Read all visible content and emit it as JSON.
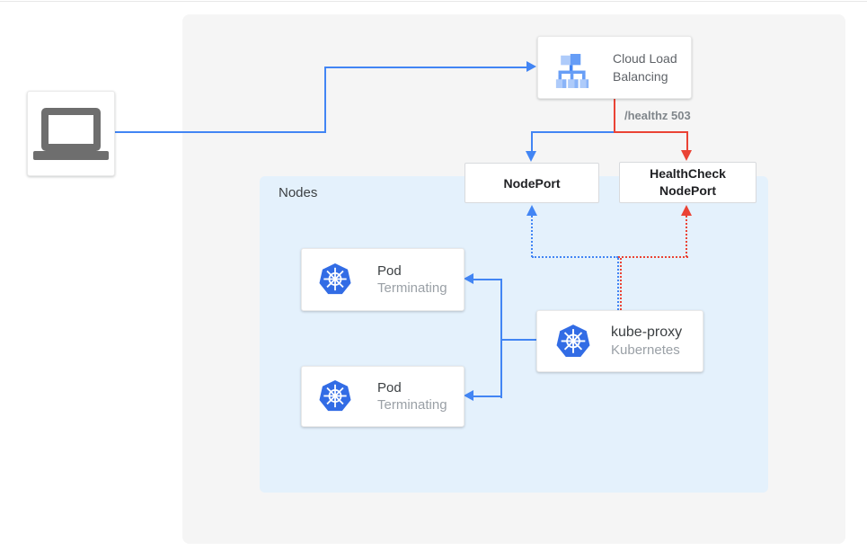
{
  "diagram": {
    "client": {
      "icon": "laptop-icon"
    },
    "cloud_load_balancing": {
      "title": "Cloud Load Balancing",
      "icon": "load-balancer-icon"
    },
    "healthz_label": "/healthz 503",
    "nodeport": {
      "label": "NodePort"
    },
    "healthcheck_nodeport": {
      "lines": [
        "HealthCheck",
        "NodePort"
      ]
    },
    "nodes_group": {
      "label": "Nodes"
    },
    "pods": [
      {
        "title": "Pod",
        "status": "Terminating",
        "icon": "kubernetes-icon"
      },
      {
        "title": "Pod",
        "status": "Terminating",
        "icon": "kubernetes-icon"
      }
    ],
    "kube_proxy": {
      "title": "kube-proxy",
      "subtitle": "Kubernetes",
      "icon": "kubernetes-icon"
    },
    "colors": {
      "blue": "#4285F4",
      "red": "#EA4335",
      "nodes_background": "#E4F1FC",
      "panel_background": "#F5F5F5",
      "kubernetes_blue": "#326CE5",
      "lb_icon_light": "#AECBFA",
      "lb_icon_medium": "#669DF6",
      "text_dark": "#202124",
      "text_gray": "#5F6368",
      "text_muted": "#9AA0A6"
    }
  }
}
